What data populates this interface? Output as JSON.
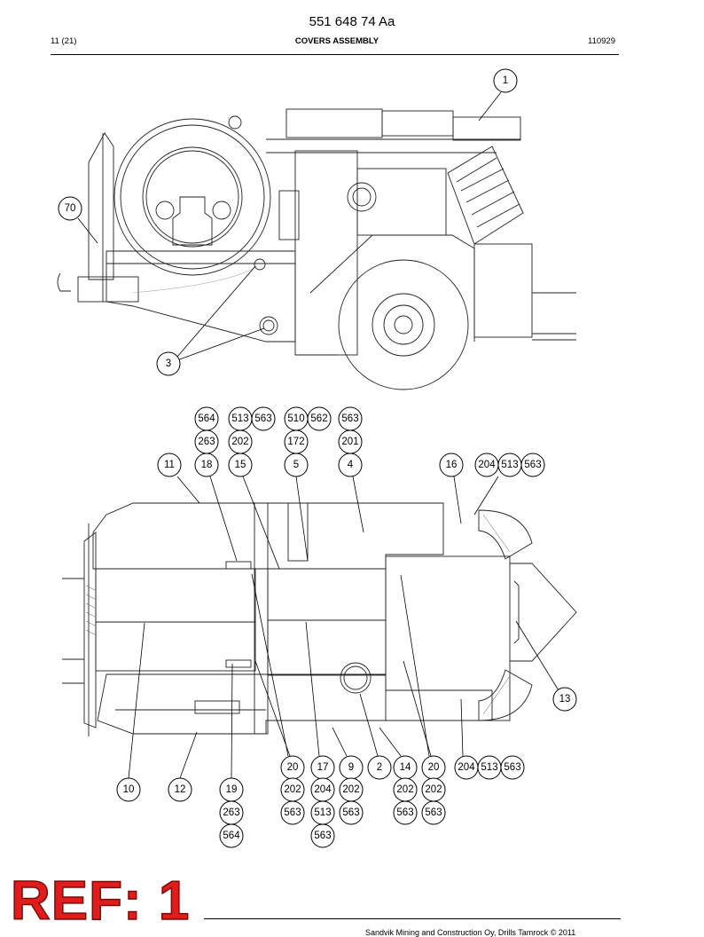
{
  "header": {
    "part_number": "551 648 74 Aa",
    "page": "11 (21)",
    "title": "COVERS ASSEMBLY",
    "date": "110929"
  },
  "footer": {
    "copyright": "Sandvik Mining and Construction Oy, Drills Tamrock © 2011",
    "stamp": "REF: 1"
  },
  "callouts": {
    "c1": "1",
    "c70": "70",
    "c3": "3",
    "c564a": "564",
    "c513a": "513",
    "c563a": "563",
    "c510": "510",
    "c562": "562",
    "c563b": "563",
    "c263a": "263",
    "c202a": "202",
    "c172": "172",
    "c201": "201",
    "c11": "11",
    "c18": "18",
    "c15": "15",
    "c5": "5",
    "c4": "4",
    "c16": "16",
    "c204a": "204",
    "c513b": "513",
    "c563c": "563",
    "c13": "13",
    "c20a": "20",
    "c17": "17",
    "c9": "9",
    "c2": "2",
    "c14": "14",
    "c20b": "20",
    "c204b": "204",
    "c513c": "513",
    "c563d": "563",
    "c10": "10",
    "c12": "12",
    "c19": "19",
    "c202b": "202",
    "c204c": "204",
    "c202c": "202",
    "c202d": "202",
    "c202e": "202",
    "c263b": "263",
    "c563e": "563",
    "c513d": "513",
    "c563f": "563",
    "c563g": "563",
    "c563h": "563",
    "c564b": "564",
    "c563i": "563"
  }
}
